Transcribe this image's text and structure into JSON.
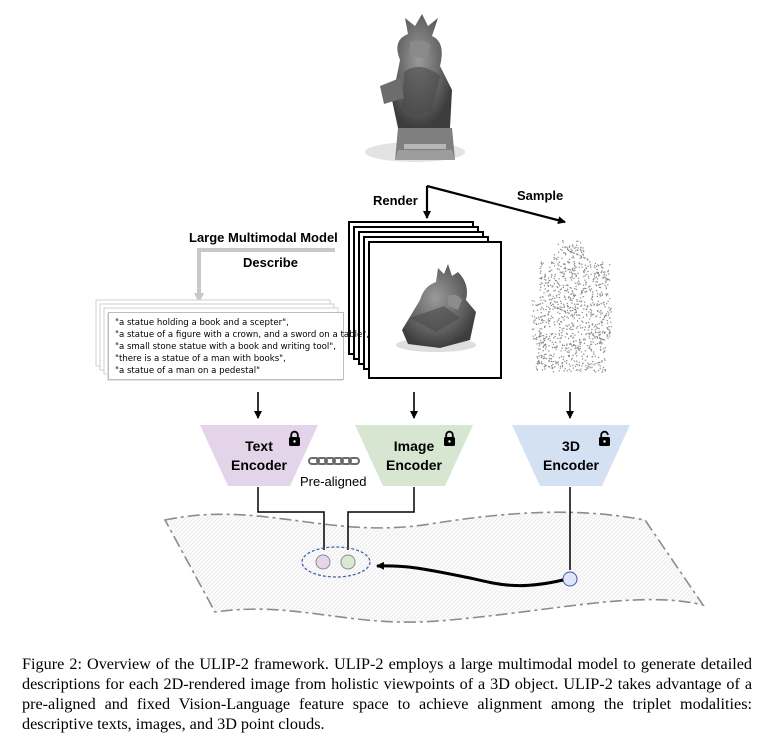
{
  "figure": {
    "render_label": "Render",
    "sample_label": "Sample",
    "lmm_label": "Large Multimodal Model",
    "describe_label": "Describe",
    "descriptions": [
      "\"a statue holding a book and a scepter\",",
      "\"a statue of a figure with a crown, and a sword on a table\",",
      "\"a small stone statue with a book and writing tool\",",
      "\"there is a statue of a man with books\",",
      "\"a statue of a man on a pedestal\""
    ],
    "encoders": {
      "text": {
        "line1": "Text",
        "line2": "Encoder",
        "color": "#e3d4ea",
        "locked": true
      },
      "image": {
        "line1": "Image",
        "line2": "Encoder",
        "color": "#d6e6d0",
        "locked": true
      },
      "pc3d": {
        "line1": "3D",
        "line2": "Encoder",
        "color": "#d3e1f3",
        "locked": false
      }
    },
    "prealigned_label": "Pre-aligned",
    "feature_dots": {
      "text": "#e6d6ec",
      "image": "#d8ead2",
      "pc3d": "#dce6f6"
    }
  },
  "caption": "Figure 2: Overview of the ULIP-2 framework. ULIP-2 employs a large multimodal model to generate detailed descriptions for each 2D-rendered image from holistic viewpoints of a 3D object. ULIP-2 takes advantage of a pre-aligned and fixed Vision-Language feature space to achieve alignment among the triplet modalities: descriptive texts, images, and 3D point clouds."
}
